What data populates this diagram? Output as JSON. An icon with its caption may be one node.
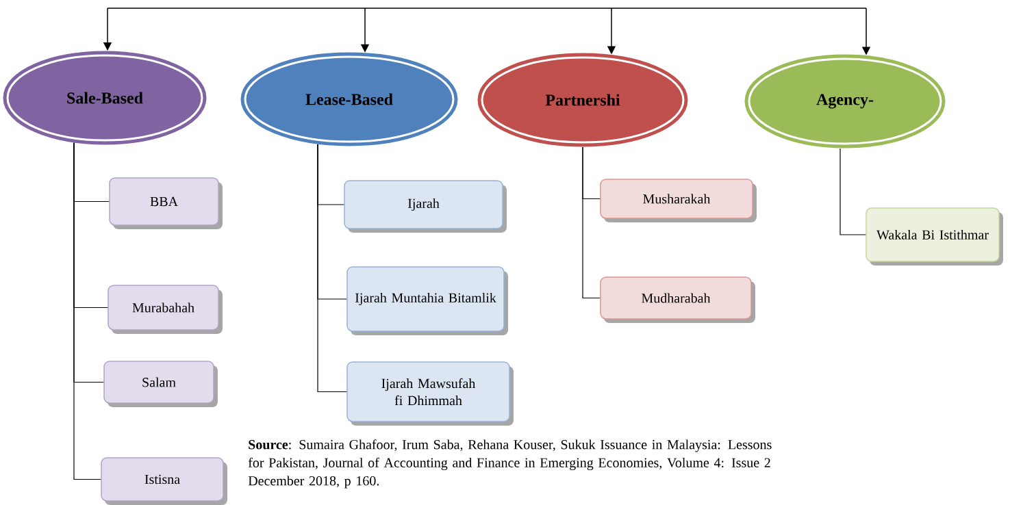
{
  "diagram": {
    "caption": "**Source**: Sumaira Ghafoor, Irum Saba, Rehana Kouser, Sukuk Issuance in Malaysia: Lessons for Pakistan, Journal of Accounting and Finance in Emerging Economies, Volume 4: Issue 2 December 2018, p 160.",
    "nodes": [
      {
        "text": [
          "Sale-Based"
        ]
      },
      {
        "text": [
          "Lease-Based"
        ]
      },
      {
        "text": [
          "Partnershi"
        ]
      },
      {
        "text": [
          "Agency-"
        ]
      },
      {
        "text": [
          "BBA"
        ]
      },
      {
        "text": [
          "Murabahah"
        ]
      },
      {
        "text": [
          "Salam"
        ]
      },
      {
        "text": [
          "Istisna"
        ]
      },
      {
        "text": [
          "Ijarah"
        ]
      },
      {
        "text": [
          "Ijarah Muntahia Bitamlik"
        ]
      },
      {
        "text": [
          "Ijarah Mawsufah fi Dhimmah"
        ]
      },
      {
        "text": [
          "Musharakah"
        ]
      },
      {
        "text": [
          "Mudharabah"
        ]
      },
      {
        "text": [
          "Wakala Bi Istithmar"
        ]
      }
    ],
    "edges": [
      {
        "from": null,
        "to": 0,
        "arrow": "to"
      },
      {
        "from": null,
        "to": 1,
        "arrow": "to"
      },
      {
        "from": null,
        "to": 2,
        "arrow": "to"
      },
      {
        "from": null,
        "to": 3,
        "arrow": "to"
      },
      {
        "from": 0,
        "to": 4,
        "arrow": "none"
      },
      {
        "from": 0,
        "to": 5,
        "arrow": "none"
      },
      {
        "from": 0,
        "to": 6,
        "arrow": "none"
      },
      {
        "from": 0,
        "to": 7,
        "arrow": "none"
      },
      {
        "from": 1,
        "to": 8,
        "arrow": "none"
      },
      {
        "from": 1,
        "to": 9,
        "arrow": "none"
      },
      {
        "from": 1,
        "to": 10,
        "arrow": "none"
      },
      {
        "from": 2,
        "to": 11,
        "arrow": "none"
      },
      {
        "from": 2,
        "to": 12,
        "arrow": "none"
      },
      {
        "from": 3,
        "to": 13,
        "arrow": "none"
      }
    ]
  }
}
